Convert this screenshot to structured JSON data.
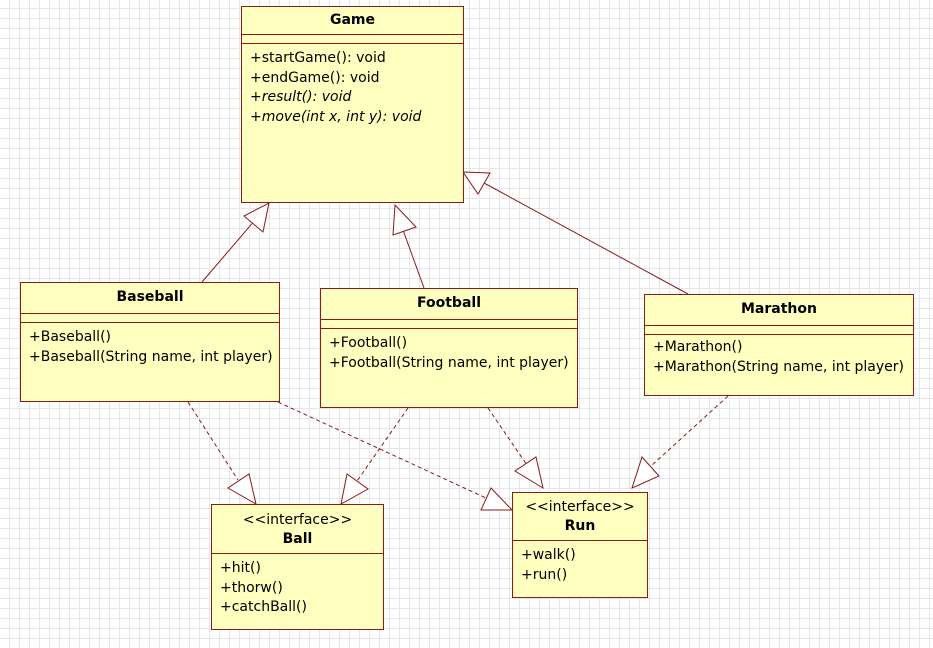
{
  "classes": {
    "game": {
      "name": "Game",
      "operations": [
        {
          "text": "+startGame(): void",
          "abstract": false
        },
        {
          "text": "+endGame(): void",
          "abstract": false
        },
        {
          "text": "+result(): void",
          "abstract": true
        },
        {
          "text": "+move(int x, int y): void",
          "abstract": true
        }
      ]
    },
    "baseball": {
      "name": "Baseball",
      "operations": [
        {
          "text": "+Baseball()",
          "abstract": false
        },
        {
          "text": "+Baseball(String name, int player)",
          "abstract": false
        }
      ]
    },
    "football": {
      "name": "Football",
      "operations": [
        {
          "text": "+Football()",
          "abstract": false
        },
        {
          "text": "+Football(String name, int player)",
          "abstract": false
        }
      ]
    },
    "marathon": {
      "name": "Marathon",
      "operations": [
        {
          "text": "+Marathon()",
          "abstract": false
        },
        {
          "text": "+Marathon(String name, int player)",
          "abstract": false
        }
      ]
    }
  },
  "interfaces": {
    "ball": {
      "stereotype": "<<interface>>",
      "name": "Ball",
      "operations": [
        {
          "text": "+hit()",
          "abstract": false
        },
        {
          "text": "+thorw()",
          "abstract": false
        },
        {
          "text": "+catchBall()",
          "abstract": false
        }
      ]
    },
    "run": {
      "stereotype": "<<interface>>",
      "name": "Run",
      "operations": [
        {
          "text": "+walk()",
          "abstract": false
        },
        {
          "text": "+run()",
          "abstract": false
        }
      ]
    }
  },
  "colors": {
    "box_fill": "#ffffc0",
    "box_border": "#8b1a1a",
    "line": "#8b1a1a"
  }
}
